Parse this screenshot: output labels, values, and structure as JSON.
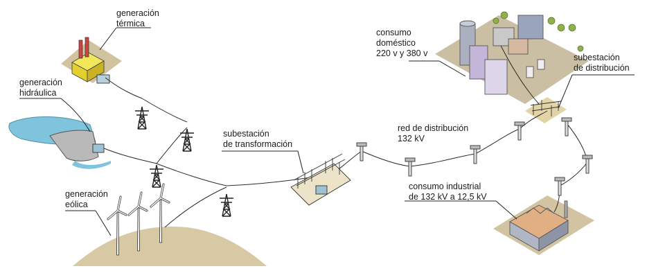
{
  "labels": {
    "thermal": [
      "generación",
      "térmica"
    ],
    "hydro": [
      "generación",
      "hidráulica"
    ],
    "wind": [
      "generación",
      "eólica"
    ],
    "transformation": [
      "subestación",
      "de transformación"
    ],
    "distribution_network": [
      "red de distribución",
      "132 kV"
    ],
    "domestic": [
      "consumo",
      "doméstico",
      "220 v y 380 v"
    ],
    "distribution_substation": [
      "subestación",
      "de distribución"
    ],
    "industrial": [
      "consumo industrial",
      "de 132 kV a 12,5 kV"
    ]
  },
  "colors": {
    "water": "#7fc4dc",
    "ground": "#d8c9a3",
    "land": "#c9b99a",
    "factory_yellow": "#f0e03a",
    "pylon": "#222222",
    "wire": "#2a2a2a"
  }
}
